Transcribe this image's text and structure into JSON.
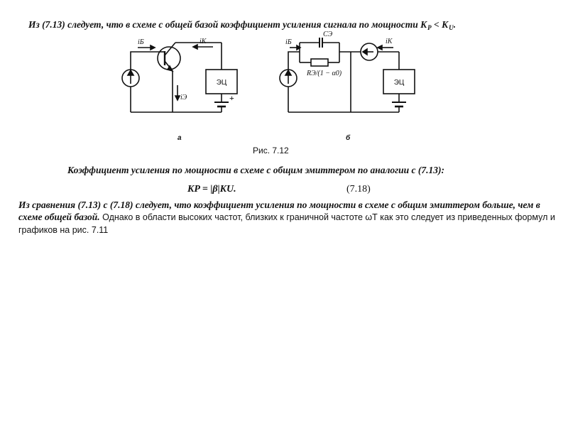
{
  "intro": {
    "text": "Из (7.13) следует, что в схеме с общей базой коэффициент усиления сигнала по мощности K",
    "sub_p": "P",
    "mid": " < K",
    "sub_u": "U",
    "end": "."
  },
  "figure": {
    "caption": "Рис. 7.12",
    "label_a": "а",
    "label_b": "б",
    "circuit_a": {
      "label_ib": "iБ",
      "label_ik": "iК",
      "label_ie": "iЭ",
      "block": "ЭЦ",
      "plus": "+"
    },
    "circuit_b": {
      "label_ib": "iБ",
      "label_ik": "iК",
      "label_ce": "CЭ",
      "label_re": "RЭ/(1 − α0)",
      "block": "ЭЦ"
    }
  },
  "sentence2": "Коэффициент усиления по мощности в схеме с общим эмиттером по аналогии с (7.13):",
  "formula": {
    "lhs": "KP = |β|KU.",
    "number": "(7.18)"
  },
  "paragraph": {
    "bold": "Из сравнения (7.13) с (7.18) следует, что коэффициент усиления по мощности в схеме с общим эмиттером больше, чем в схеме общей базой.",
    "regular": " Однако в области высоких частот, близких к граничной частоте ωТ как это следует из приведенных формул и графиков на рис. 7.11"
  }
}
